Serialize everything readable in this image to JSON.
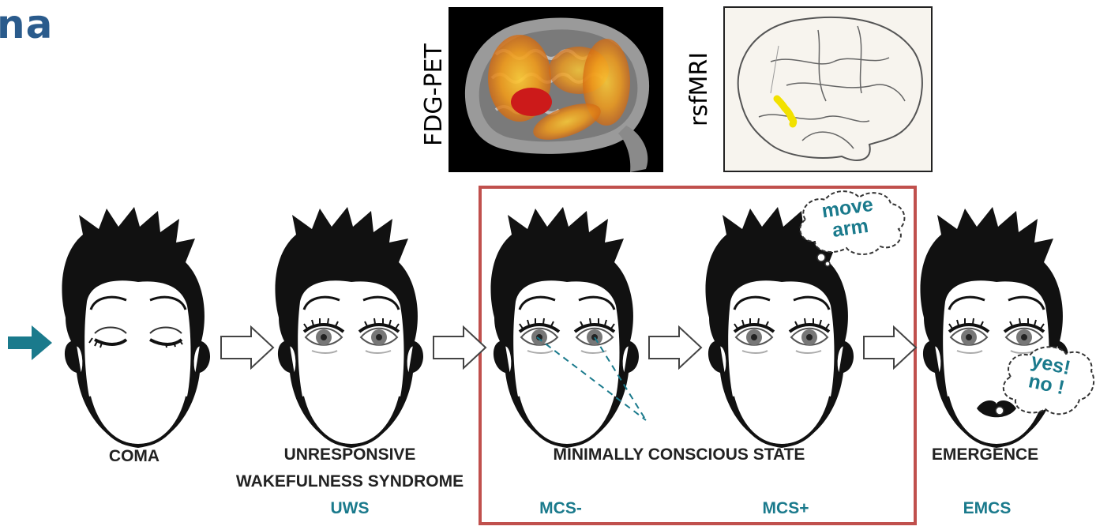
{
  "title": "na",
  "scans": {
    "pet_label": "FDG-PET",
    "fmri_label": "rsfMRI"
  },
  "stages": [
    {
      "name_line1": "COMA",
      "name_line2": "",
      "abbr": ""
    },
    {
      "name_line1": "UNRESPONSIVE",
      "name_line2": "WAKEFULNESS SYNDROME",
      "abbr": "UWS"
    },
    {
      "name_line1": "MINIMALLY CONSCIOUS STATE",
      "name_line2": "",
      "abbr": "MCS-"
    },
    {
      "name_line1": "",
      "name_line2": "",
      "abbr": "MCS+"
    },
    {
      "name_line1": "EMERGENCE",
      "name_line2": "",
      "abbr": "EMCS"
    }
  ],
  "thoughts": {
    "mcs_plus_line1": "move",
    "mcs_plus_line2": "arm",
    "emcs_line1": "yes!",
    "emcs_line2": "no !"
  },
  "colors": {
    "title": "#2a5b8c",
    "accent": "#1a7a8c",
    "box": "#c0504d"
  }
}
